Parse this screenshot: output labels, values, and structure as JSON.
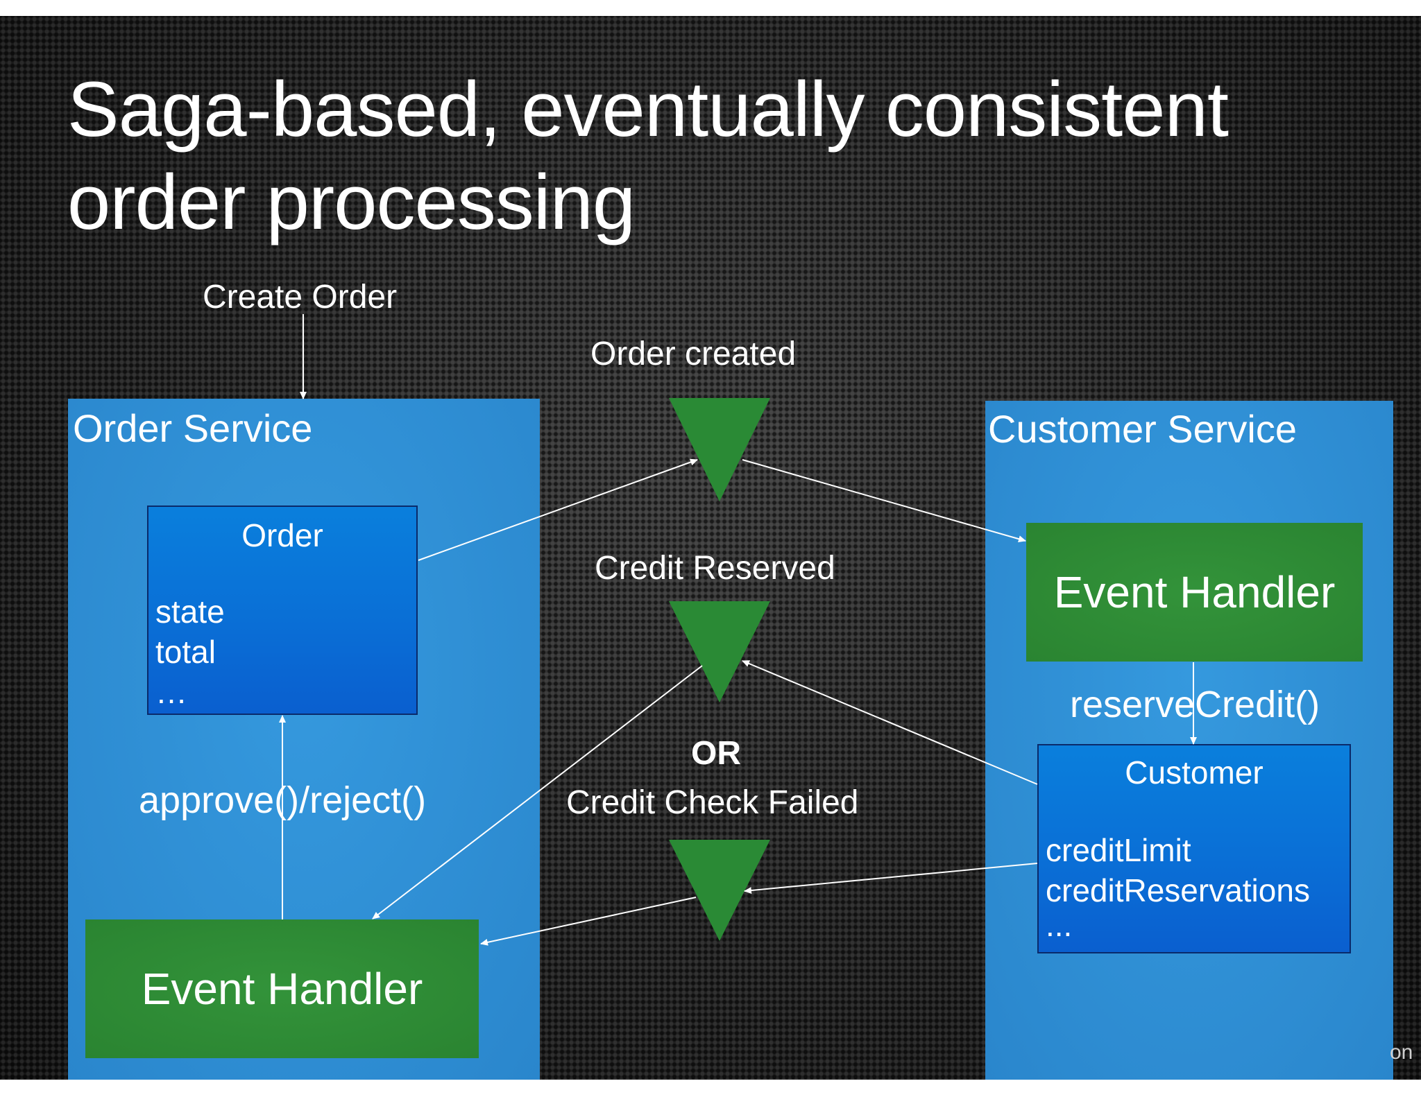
{
  "slide": {
    "title_line1": "Saga-based, eventually consistent",
    "title_line2": "order processing",
    "corner_fragment": "on"
  },
  "command": {
    "label": "Create Order"
  },
  "events": {
    "order_created": "Order created",
    "credit_reserved": "Credit Reserved",
    "or_label": "OR",
    "credit_check_failed": "Credit Check Failed"
  },
  "order_service": {
    "title": "Order Service",
    "entity_name": "Order",
    "fields": [
      "state",
      "total",
      "…"
    ],
    "method_label": "approve()/reject()",
    "handler_label": "Event Handler"
  },
  "customer_service": {
    "title": "Customer Service",
    "entity_name": "Customer",
    "fields": [
      "creditLimit",
      "creditReservations",
      "..."
    ],
    "method_label": "reserveCredit()",
    "handler_label": "Event Handler"
  },
  "colors": {
    "service_blue": "#2f8fd6",
    "entity_blue": "#0a6fd6",
    "handler_green": "#2e8b35",
    "event_green": "#2a8a35",
    "text": "#ffffff"
  }
}
